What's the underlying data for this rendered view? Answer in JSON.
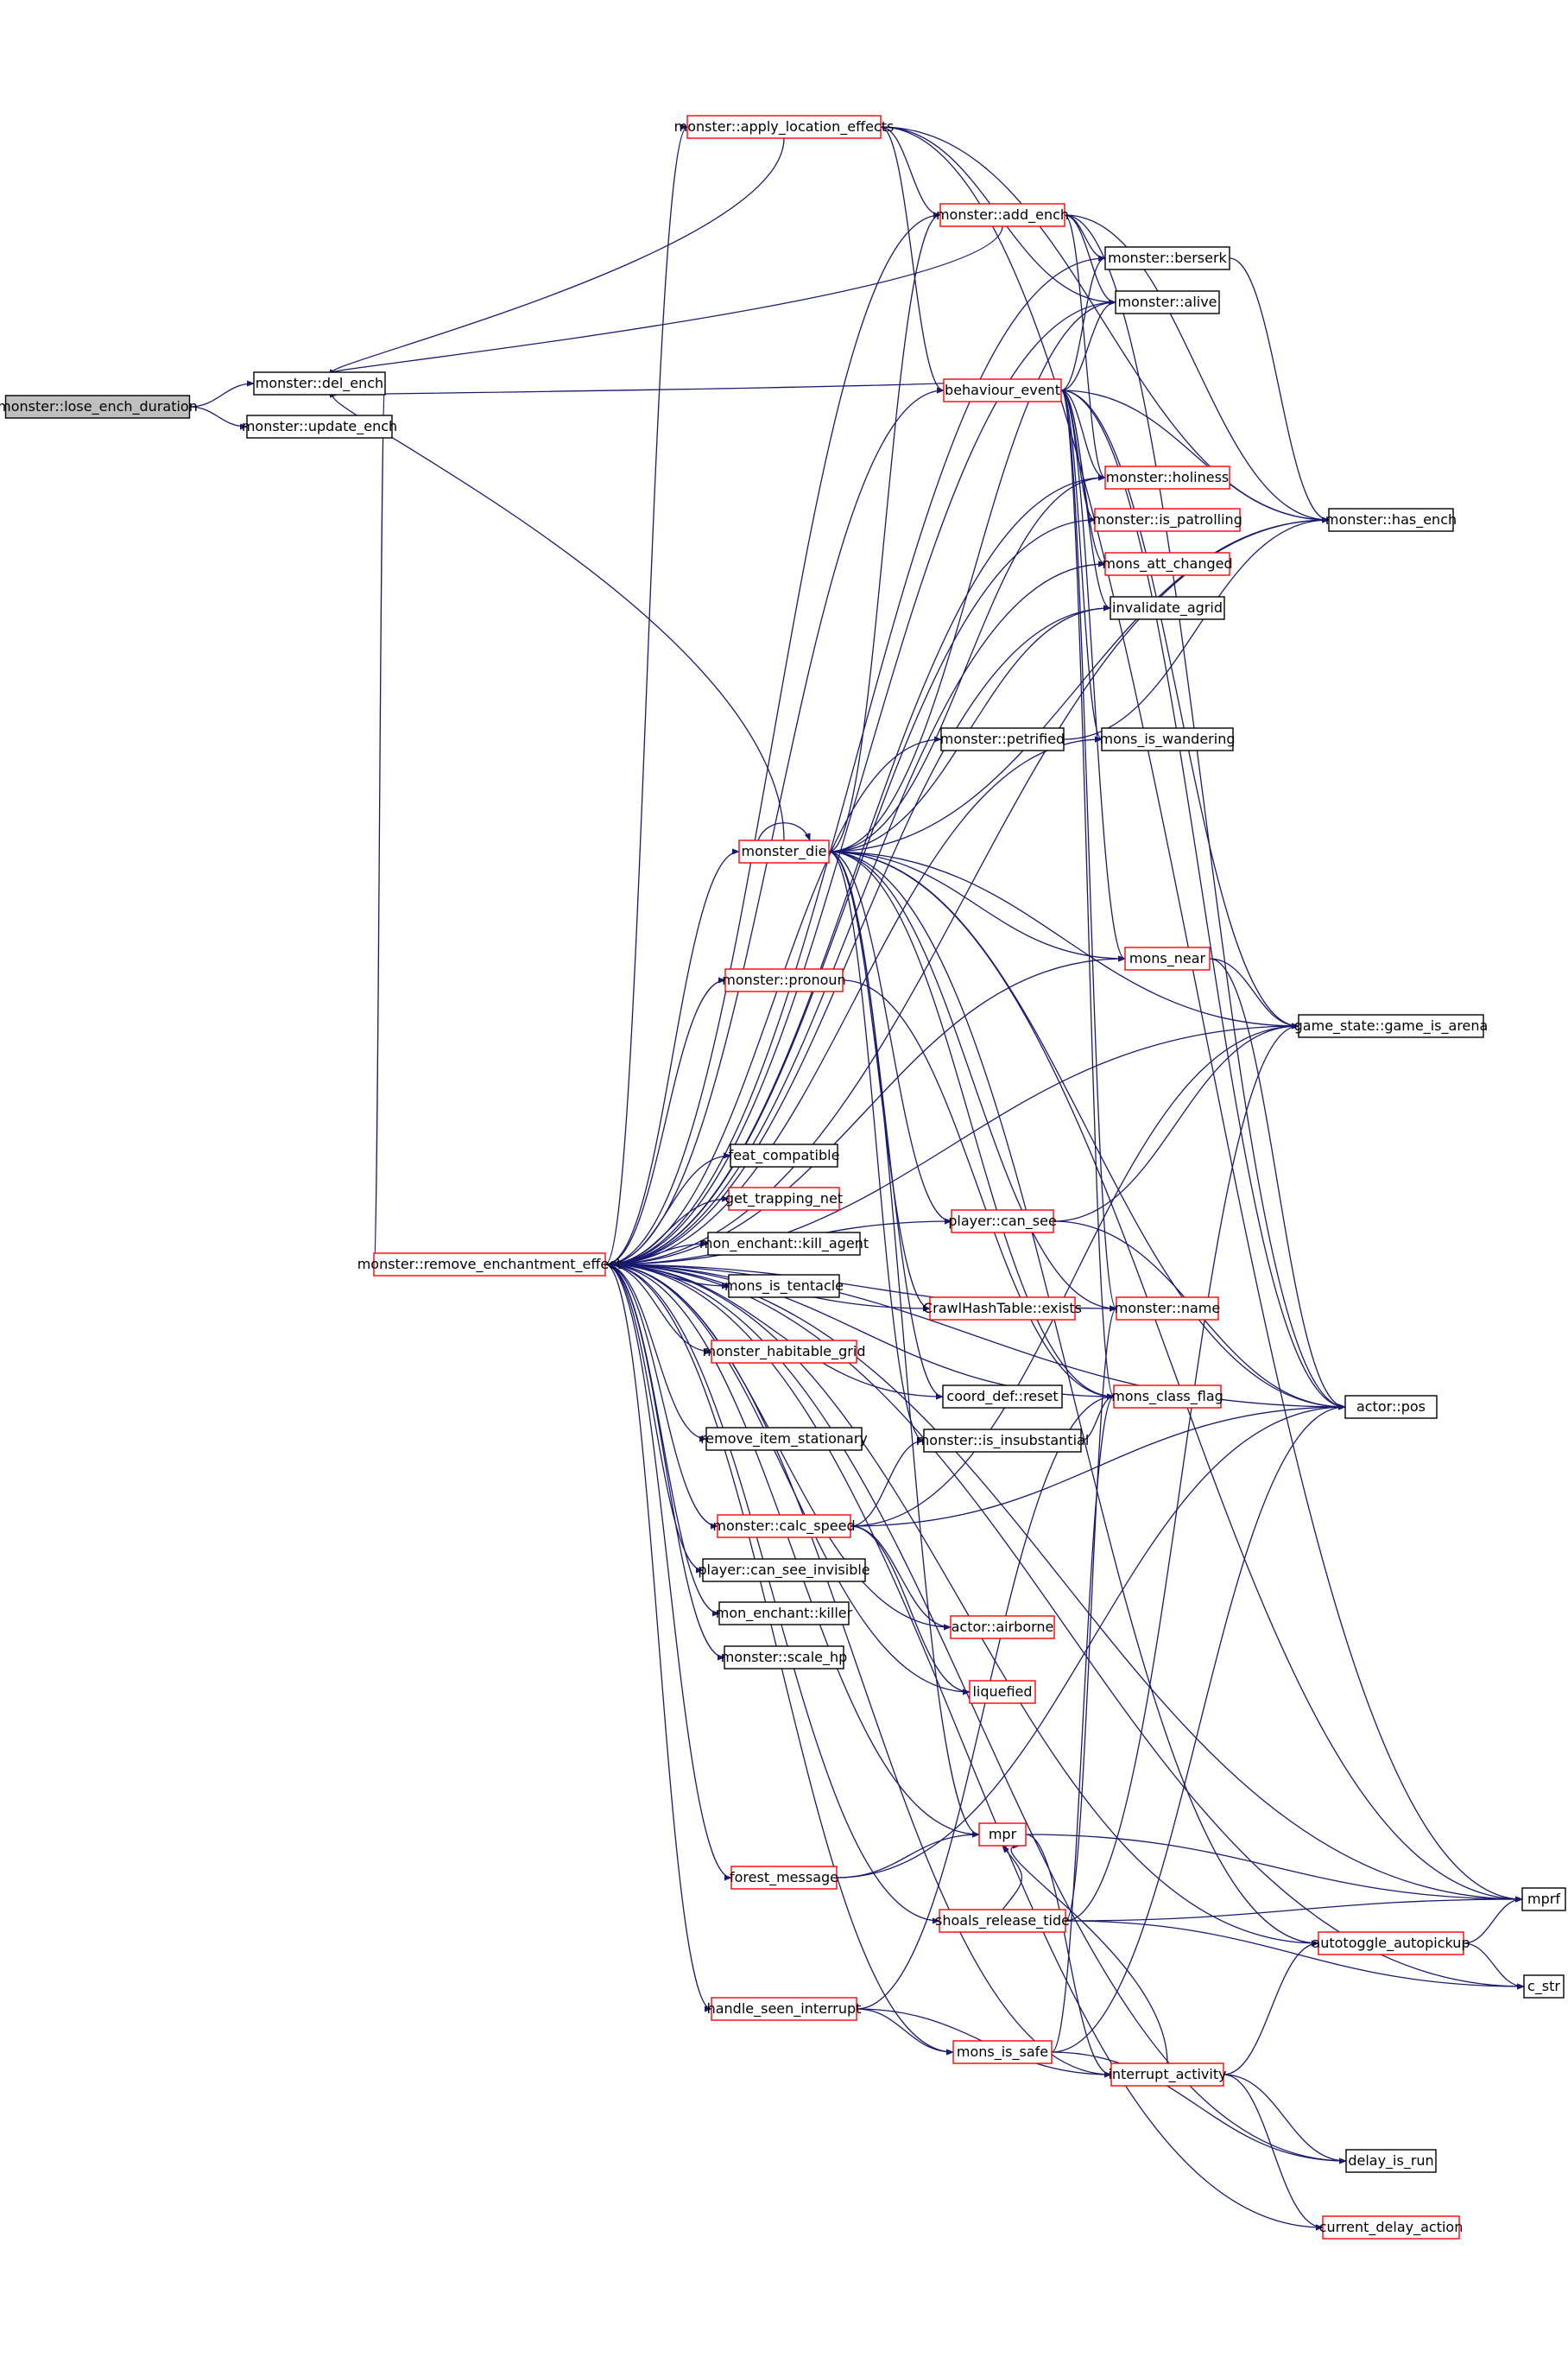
{
  "colors": {
    "edge": "#191970",
    "node_border_documented": "#000000",
    "node_border_undocumented": "#ff0000",
    "root_fill": "#bfbfbf",
    "background": "#ffffff"
  },
  "nodes": [
    {
      "id": "lose_ench_duration",
      "label": "monster::lose_ench_duration",
      "style": "root"
    },
    {
      "id": "del_ench",
      "label": "monster::del_ench",
      "style": "black"
    },
    {
      "id": "update_ench",
      "label": "monster::update_ench",
      "style": "black"
    },
    {
      "id": "apply_location_effects",
      "label": "monster::apply_location_effects",
      "style": "red"
    },
    {
      "id": "add_ench",
      "label": "monster::add_ench",
      "style": "red"
    },
    {
      "id": "berserk",
      "label": "monster::berserk",
      "style": "black"
    },
    {
      "id": "alive",
      "label": "monster::alive",
      "style": "black"
    },
    {
      "id": "behaviour_event",
      "label": "behaviour_event",
      "style": "red"
    },
    {
      "id": "holiness",
      "label": "monster::holiness",
      "style": "red"
    },
    {
      "id": "is_patrolling",
      "label": "monster::is_patrolling",
      "style": "red"
    },
    {
      "id": "mons_att_changed",
      "label": "mons_att_changed",
      "style": "red"
    },
    {
      "id": "invalidate_agrid",
      "label": "invalidate_agrid",
      "style": "black"
    },
    {
      "id": "has_ench",
      "label": "monster::has_ench",
      "style": "black"
    },
    {
      "id": "petrified",
      "label": "monster::petrified",
      "style": "black"
    },
    {
      "id": "mons_is_wandering",
      "label": "mons_is_wandering",
      "style": "black"
    },
    {
      "id": "monster_die",
      "label": "monster_die",
      "style": "red"
    },
    {
      "id": "mons_near",
      "label": "mons_near",
      "style": "red"
    },
    {
      "id": "pronoun",
      "label": "monster::pronoun",
      "style": "red"
    },
    {
      "id": "game_is_arena",
      "label": "game_state::game_is_arena",
      "style": "black"
    },
    {
      "id": "feat_compatible",
      "label": "feat_compatible",
      "style": "black"
    },
    {
      "id": "get_trapping_net",
      "label": "get_trapping_net",
      "style": "red"
    },
    {
      "id": "player_can_see",
      "label": "player::can_see",
      "style": "red"
    },
    {
      "id": "remove_enchantment_effect",
      "label": "monster::remove_enchantment_effect",
      "style": "red"
    },
    {
      "id": "kill_agent",
      "label": "mon_enchant::kill_agent",
      "style": "black"
    },
    {
      "id": "mons_is_tentacle",
      "label": "mons_is_tentacle",
      "style": "black"
    },
    {
      "id": "crawl_exists",
      "label": "CrawlHashTable::exists",
      "style": "red"
    },
    {
      "id": "monster_name",
      "label": "monster::name",
      "style": "red"
    },
    {
      "id": "monster_habitable_grid",
      "label": "monster_habitable_grid",
      "style": "red"
    },
    {
      "id": "coord_reset",
      "label": "coord_def::reset",
      "style": "black"
    },
    {
      "id": "mons_class_flag",
      "label": "mons_class_flag",
      "style": "red"
    },
    {
      "id": "remove_item_stationary",
      "label": "remove_item_stationary",
      "style": "black"
    },
    {
      "id": "is_insubstantial",
      "label": "monster::is_insubstantial",
      "style": "black"
    },
    {
      "id": "actor_pos",
      "label": "actor::pos",
      "style": "black"
    },
    {
      "id": "calc_speed",
      "label": "monster::calc_speed",
      "style": "red"
    },
    {
      "id": "can_see_invisible",
      "label": "player::can_see_invisible",
      "style": "black"
    },
    {
      "id": "killer",
      "label": "mon_enchant::killer",
      "style": "black"
    },
    {
      "id": "actor_airborne",
      "label": "actor::airborne",
      "style": "red"
    },
    {
      "id": "scale_hp",
      "label": "monster::scale_hp",
      "style": "black"
    },
    {
      "id": "liquefied",
      "label": "liquefied",
      "style": "red"
    },
    {
      "id": "mpr",
      "label": "mpr",
      "style": "red"
    },
    {
      "id": "forest_message",
      "label": "forest_message",
      "style": "red"
    },
    {
      "id": "mprf",
      "label": "mprf",
      "style": "black"
    },
    {
      "id": "shoals_release_tide",
      "label": "shoals_release_tide",
      "style": "red"
    },
    {
      "id": "autotoggle_autopickup",
      "label": "autotoggle_autopickup",
      "style": "red"
    },
    {
      "id": "c_str",
      "label": "c_str",
      "style": "black"
    },
    {
      "id": "handle_seen_interrupt",
      "label": "handle_seen_interrupt",
      "style": "red"
    },
    {
      "id": "mons_is_safe",
      "label": "mons_is_safe",
      "style": "red"
    },
    {
      "id": "interrupt_activity",
      "label": "interrupt_activity",
      "style": "red"
    },
    {
      "id": "delay_is_run",
      "label": "delay_is_run",
      "style": "black"
    },
    {
      "id": "current_delay_action",
      "label": "current_delay_action",
      "style": "red"
    }
  ],
  "edges": [
    [
      "lose_ench_duration",
      "del_ench"
    ],
    [
      "lose_ench_duration",
      "update_ench"
    ],
    [
      "del_ench",
      "remove_enchantment_effect"
    ],
    [
      "remove_enchantment_effect",
      "apply_location_effects"
    ],
    [
      "remove_enchantment_effect",
      "add_ench"
    ],
    [
      "remove_enchantment_effect",
      "berserk"
    ],
    [
      "remove_enchantment_effect",
      "alive"
    ],
    [
      "remove_enchantment_effect",
      "behaviour_event"
    ],
    [
      "remove_enchantment_effect",
      "holiness"
    ],
    [
      "remove_enchantment_effect",
      "is_patrolling"
    ],
    [
      "remove_enchantment_effect",
      "mons_att_changed"
    ],
    [
      "remove_enchantment_effect",
      "invalidate_agrid"
    ],
    [
      "remove_enchantment_effect",
      "has_ench"
    ],
    [
      "remove_enchantment_effect",
      "petrified"
    ],
    [
      "remove_enchantment_effect",
      "mons_is_wandering"
    ],
    [
      "remove_enchantment_effect",
      "monster_die"
    ],
    [
      "remove_enchantment_effect",
      "mons_near"
    ],
    [
      "remove_enchantment_effect",
      "pronoun"
    ],
    [
      "remove_enchantment_effect",
      "game_is_arena"
    ],
    [
      "remove_enchantment_effect",
      "feat_compatible"
    ],
    [
      "remove_enchantment_effect",
      "get_trapping_net"
    ],
    [
      "remove_enchantment_effect",
      "player_can_see"
    ],
    [
      "remove_enchantment_effect",
      "kill_agent"
    ],
    [
      "remove_enchantment_effect",
      "mons_is_tentacle"
    ],
    [
      "remove_enchantment_effect",
      "crawl_exists"
    ],
    [
      "remove_enchantment_effect",
      "monster_name"
    ],
    [
      "remove_enchantment_effect",
      "monster_habitable_grid"
    ],
    [
      "remove_enchantment_effect",
      "coord_reset"
    ],
    [
      "remove_enchantment_effect",
      "mons_class_flag"
    ],
    [
      "remove_enchantment_effect",
      "remove_item_stationary"
    ],
    [
      "remove_enchantment_effect",
      "actor_pos"
    ],
    [
      "remove_enchantment_effect",
      "calc_speed"
    ],
    [
      "remove_enchantment_effect",
      "can_see_invisible"
    ],
    [
      "remove_enchantment_effect",
      "killer"
    ],
    [
      "remove_enchantment_effect",
      "actor_airborne"
    ],
    [
      "remove_enchantment_effect",
      "scale_hp"
    ],
    [
      "remove_enchantment_effect",
      "liquefied"
    ],
    [
      "remove_enchantment_effect",
      "mpr"
    ],
    [
      "remove_enchantment_effect",
      "forest_message"
    ],
    [
      "remove_enchantment_effect",
      "shoals_release_tide"
    ],
    [
      "remove_enchantment_effect",
      "autotoggle_autopickup"
    ],
    [
      "remove_enchantment_effect",
      "handle_seen_interrupt"
    ],
    [
      "remove_enchantment_effect",
      "mons_is_safe"
    ],
    [
      "remove_enchantment_effect",
      "interrupt_activity"
    ],
    [
      "remove_enchantment_effect",
      "delay_is_run"
    ],
    [
      "remove_enchantment_effect",
      "current_delay_action"
    ],
    [
      "remove_enchantment_effect",
      "mprf"
    ],
    [
      "remove_enchantment_effect",
      "c_str"
    ],
    [
      "apply_location_effects",
      "del_ench"
    ],
    [
      "apply_location_effects",
      "add_ench"
    ],
    [
      "apply_location_effects",
      "behaviour_event"
    ],
    [
      "apply_location_effects",
      "alive"
    ],
    [
      "apply_location_effects",
      "has_ench"
    ],
    [
      "apply_location_effects",
      "mprf"
    ],
    [
      "add_ench",
      "del_ench"
    ],
    [
      "add_ench",
      "berserk"
    ],
    [
      "add_ench",
      "alive"
    ],
    [
      "add_ench",
      "holiness"
    ],
    [
      "add_ench",
      "has_ench"
    ],
    [
      "add_ench",
      "actor_pos"
    ],
    [
      "behaviour_event",
      "del_ench"
    ],
    [
      "behaviour_event",
      "alive"
    ],
    [
      "behaviour_event",
      "berserk"
    ],
    [
      "behaviour_event",
      "holiness"
    ],
    [
      "behaviour_event",
      "is_patrolling"
    ],
    [
      "behaviour_event",
      "mons_att_changed"
    ],
    [
      "behaviour_event",
      "invalidate_agrid"
    ],
    [
      "behaviour_event",
      "has_ench"
    ],
    [
      "behaviour_event",
      "mons_is_wandering"
    ],
    [
      "behaviour_event",
      "mons_near"
    ],
    [
      "behaviour_event",
      "game_is_arena"
    ],
    [
      "behaviour_event",
      "monster_name"
    ],
    [
      "behaviour_event",
      "mons_class_flag"
    ],
    [
      "behaviour_event",
      "actor_pos"
    ],
    [
      "berserk",
      "has_ench"
    ],
    [
      "petrified",
      "has_ench"
    ],
    [
      "monster_die",
      "monster_die"
    ],
    [
      "monster_die",
      "del_ench"
    ],
    [
      "monster_die",
      "add_ench"
    ],
    [
      "monster_die",
      "alive"
    ],
    [
      "monster_die",
      "holiness"
    ],
    [
      "monster_die",
      "invalidate_agrid"
    ],
    [
      "monster_die",
      "has_ench"
    ],
    [
      "monster_die",
      "mons_near"
    ],
    [
      "monster_die",
      "game_is_arena"
    ],
    [
      "monster_die",
      "player_can_see"
    ],
    [
      "monster_die",
      "crawl_exists"
    ],
    [
      "monster_die",
      "monster_name"
    ],
    [
      "monster_die",
      "coord_reset"
    ],
    [
      "monster_die",
      "mons_class_flag"
    ],
    [
      "monster_die",
      "is_insubstantial"
    ],
    [
      "monster_die",
      "actor_pos"
    ],
    [
      "monster_die",
      "mpr"
    ],
    [
      "monster_die",
      "mprf"
    ],
    [
      "monster_die",
      "autotoggle_autopickup"
    ],
    [
      "mons_near",
      "game_is_arena"
    ],
    [
      "mons_near",
      "actor_pos"
    ],
    [
      "pronoun",
      "mons_class_flag"
    ],
    [
      "player_can_see",
      "game_is_arena"
    ],
    [
      "player_can_see",
      "actor_pos"
    ],
    [
      "is_insubstantial",
      "mons_class_flag"
    ],
    [
      "calc_speed",
      "is_insubstantial"
    ],
    [
      "calc_speed",
      "actor_airborne"
    ],
    [
      "calc_speed",
      "liquefied"
    ],
    [
      "calc_speed",
      "game_is_arena"
    ],
    [
      "calc_speed",
      "actor_pos"
    ],
    [
      "mpr",
      "mprf"
    ],
    [
      "mpr",
      "interrupt_activity"
    ],
    [
      "forest_message",
      "mpr"
    ],
    [
      "forest_message",
      "actor_pos"
    ],
    [
      "shoals_release_tide",
      "mprf"
    ],
    [
      "shoals_release_tide",
      "c_str"
    ],
    [
      "shoals_release_tide",
      "game_is_arena"
    ],
    [
      "shoals_release_tide",
      "monster_name"
    ],
    [
      "shoals_release_tide",
      "mpr"
    ],
    [
      "autotoggle_autopickup",
      "mprf"
    ],
    [
      "autotoggle_autopickup",
      "c_str"
    ],
    [
      "handle_seen_interrupt",
      "mons_is_safe"
    ],
    [
      "handle_seen_interrupt",
      "interrupt_activity"
    ],
    [
      "handle_seen_interrupt",
      "mons_class_flag"
    ],
    [
      "mons_is_safe",
      "delay_is_run"
    ],
    [
      "mons_is_safe",
      "actor_pos"
    ],
    [
      "mons_is_safe",
      "mons_class_flag"
    ],
    [
      "interrupt_activity",
      "delay_is_run"
    ],
    [
      "interrupt_activity",
      "current_delay_action"
    ],
    [
      "interrupt_activity",
      "autotoggle_autopickup"
    ],
    [
      "interrupt_activity",
      "mpr"
    ]
  ]
}
